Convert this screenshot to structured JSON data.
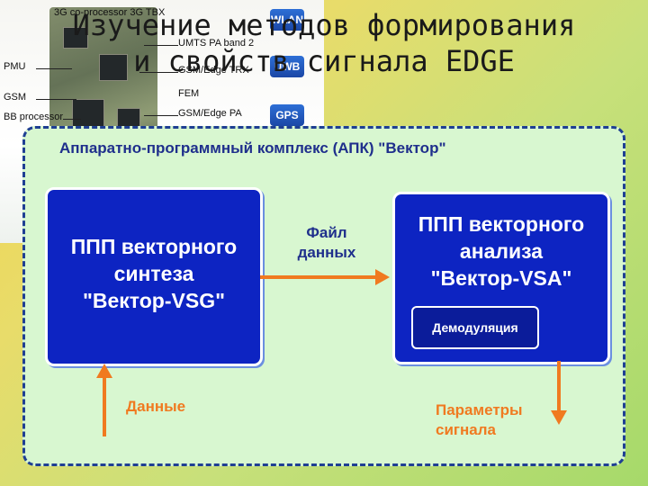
{
  "slide": {
    "title_line1": "Изучение методов формирования",
    "title_line2": "и свойств сигнала EDGE"
  },
  "photo": {
    "labels": [
      "3G co-processor 3G TBX",
      "UMTS PA band 2",
      "PMU",
      "GSM/Edge TRX",
      "GSM",
      "FEM",
      "BB processor",
      "GSM/Edge PA"
    ],
    "badges": [
      "WLAN",
      "UWB",
      "GPS"
    ]
  },
  "diagram": {
    "panel_title": "Аппаратно-программный комплекс (АПК) \"Вектор\"",
    "left_block": [
      "ППП векторного",
      "синтеза",
      "\"Вектор-VSG\""
    ],
    "right_block": [
      "ППП векторного",
      "анализа",
      "\"Вектор-VSA\""
    ],
    "demod_label": "Демодуляция",
    "arrow_label": [
      "Файл",
      "данных"
    ],
    "input_label": "Данные",
    "output_label": [
      "Параметры",
      "сигнала"
    ],
    "colors": {
      "block": "#0d24c2",
      "arrow": "#f07a20",
      "panel_border": "#1f3f93",
      "panel_fill": "#d8f7d0"
    }
  }
}
